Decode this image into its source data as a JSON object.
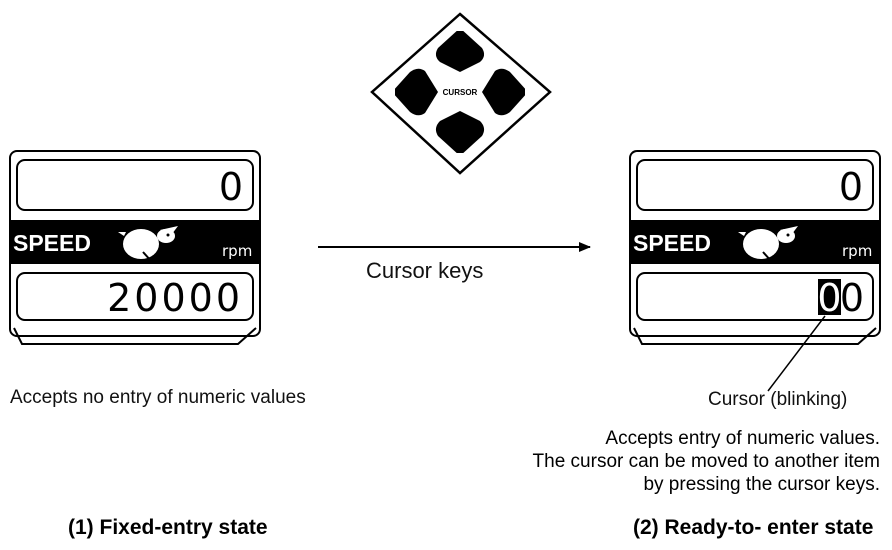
{
  "keypad": {
    "center_label": "CURSOR"
  },
  "left_panel": {
    "top_value": "0",
    "speed_label": "SPEED",
    "unit": "rpm",
    "bottom_value": "20000"
  },
  "right_panel": {
    "top_value": "0",
    "speed_label": "SPEED",
    "unit": "rpm",
    "cursor_digit": "0",
    "bottom_rest": "0"
  },
  "arrow": {
    "label": "Cursor keys"
  },
  "left_desc": "Accepts no entry of numeric values",
  "cursor_label": "Cursor (blinking)",
  "right_desc": [
    "Accepts entry of numeric values.",
    "The cursor can be moved to another item",
    "by pressing the cursor keys."
  ],
  "captions": {
    "left": "(1) Fixed-entry state",
    "right": "(2) Ready-to- enter state"
  }
}
